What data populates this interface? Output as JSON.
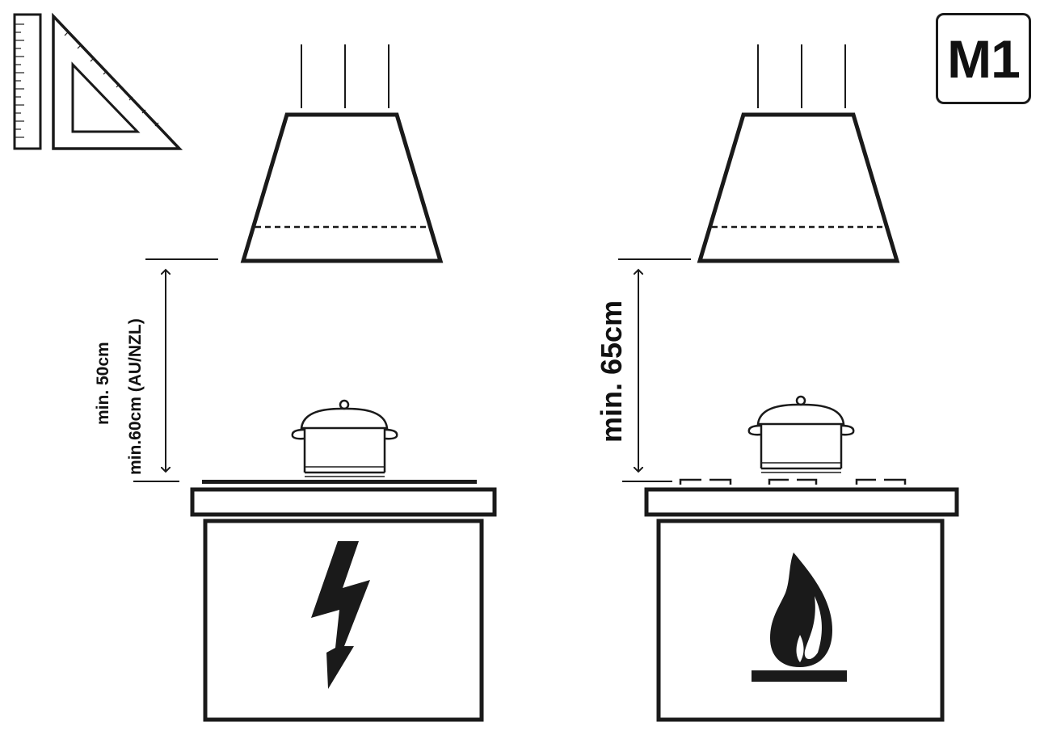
{
  "badge": {
    "text": "M1"
  },
  "left_diagram": {
    "label_line1": "min. 50cm",
    "label_line2": "min.60cm (AU/NZL)",
    "hob_type": "electric"
  },
  "right_diagram": {
    "label": "min. 65cm",
    "hob_type": "gas"
  },
  "icons": {
    "tools": "ruler-and-set-square-icon",
    "electric": "lightning-bolt-icon",
    "gas": "gas-flame-icon"
  },
  "colors": {
    "ink": "#1a1a1a",
    "background": "#ffffff"
  }
}
